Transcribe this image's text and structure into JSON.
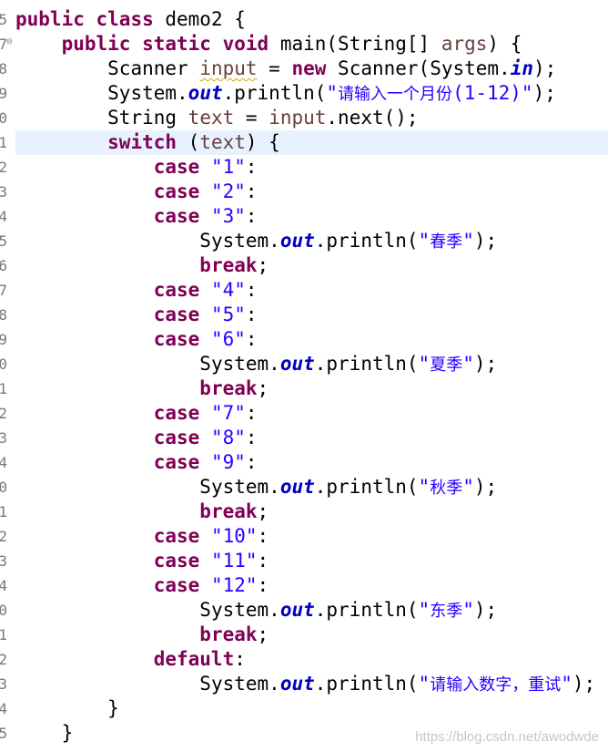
{
  "gutter": [
    {
      "num": "5"
    },
    {
      "num": "7",
      "fold": "⊖"
    },
    {
      "num": "8"
    },
    {
      "num": "9"
    },
    {
      "num": "0"
    },
    {
      "num": "1"
    },
    {
      "num": "2"
    },
    {
      "num": "3"
    },
    {
      "num": "4"
    },
    {
      "num": "5"
    },
    {
      "num": "6"
    },
    {
      "num": "7"
    },
    {
      "num": "8"
    },
    {
      "num": "9"
    },
    {
      "num": "0"
    },
    {
      "num": "1"
    },
    {
      "num": "2"
    },
    {
      "num": "3"
    },
    {
      "num": "4"
    },
    {
      "num": "0"
    },
    {
      "num": "1"
    },
    {
      "num": "2"
    },
    {
      "num": "3"
    },
    {
      "num": "4"
    },
    {
      "num": "0"
    },
    {
      "num": "1"
    },
    {
      "num": "2"
    },
    {
      "num": "3"
    },
    {
      "num": "4"
    },
    {
      "num": "5"
    }
  ],
  "code": {
    "l1": {
      "kw1": "public",
      "kw2": "class",
      "rest": " demo2 {"
    },
    "l2": {
      "kw1": "public",
      "kw2": "static",
      "kw3": "void",
      "rest1": " main(String[] ",
      "var": "args",
      "rest2": ") {"
    },
    "l3": {
      "t1": "Scanner ",
      "var": "input",
      "t2": " = ",
      "kw": "new",
      "t3": " Scanner(System.",
      "field": "in",
      "t4": ");"
    },
    "l4": {
      "t1": "System.",
      "field": "out",
      "t2": ".println(",
      "str_open": "\"",
      "str_cjk": "请输入一个月份",
      "str_rest": "(1-12)\"",
      "t3": ");"
    },
    "l5": {
      "t1": "String ",
      "var": "text",
      "t2": " = ",
      "var2": "input",
      "t3": ".next();"
    },
    "l6": {
      "kw": "switch",
      "t1": " (",
      "var": "text",
      "t2": ") {"
    },
    "cases": [
      {
        "kw": "case",
        "val": "\"1\"",
        "colon": ":"
      },
      {
        "kw": "case",
        "val": "\"2\"",
        "colon": ":"
      },
      {
        "kw": "case",
        "val": "\"3\"",
        "colon": ":"
      }
    ],
    "print_spring": {
      "t1": "System.",
      "field": "out",
      "t2": ".println(",
      "q1": "\"",
      "cjk": "春季",
      "q2": "\"",
      "t3": ");"
    },
    "break1": {
      "kw": "break",
      "t": ";"
    },
    "cases2": [
      {
        "kw": "case",
        "val": "\"4\"",
        "colon": ":"
      },
      {
        "kw": "case",
        "val": "\"5\"",
        "colon": ":"
      },
      {
        "kw": "case",
        "val": "\"6\"",
        "colon": ":"
      }
    ],
    "print_summer": {
      "t1": "System.",
      "field": "out",
      "t2": ".println(",
      "q1": "\"",
      "cjk": "夏季",
      "q2": "\"",
      "t3": ");"
    },
    "break2": {
      "kw": "break",
      "t": ";"
    },
    "cases3": [
      {
        "kw": "case",
        "val": "\"7\"",
        "colon": ":"
      },
      {
        "kw": "case",
        "val": "\"8\"",
        "colon": ":"
      },
      {
        "kw": "case",
        "val": "\"9\"",
        "colon": ":"
      }
    ],
    "print_autumn": {
      "t1": "System.",
      "field": "out",
      "t2": ".println(",
      "q1": "\"",
      "cjk": "秋季",
      "q2": "\"",
      "t3": ");"
    },
    "break3": {
      "kw": "break",
      "t": ";"
    },
    "cases4": [
      {
        "kw": "case",
        "val": "\"10\"",
        "colon": ":"
      },
      {
        "kw": "case",
        "val": "\"11\"",
        "colon": ":"
      },
      {
        "kw": "case",
        "val": "\"12\"",
        "colon": ":"
      }
    ],
    "print_winter": {
      "t1": "System.",
      "field": "out",
      "t2": ".println(",
      "q1": "\"",
      "cjk": "东季",
      "q2": "\"",
      "t3": ");"
    },
    "break4": {
      "kw": "break",
      "t": ";"
    },
    "default": {
      "kw": "default",
      "t": ":"
    },
    "print_default": {
      "t1": "System.",
      "field": "out",
      "t2": ".println(",
      "q1": "\"",
      "cjk": "请输入数字，重试",
      "q2": "\"",
      "t3": ");"
    },
    "close_switch": "}",
    "close_main": "}"
  },
  "watermark": "https://blog.csdn.net/awodwde",
  "colors": {
    "keyword": "#7f0055",
    "string": "#2a00ff",
    "field": "#0000c0",
    "variable": "#6a3e3e",
    "current_line": "#e8f2fe",
    "gutter_text": "#787878"
  }
}
